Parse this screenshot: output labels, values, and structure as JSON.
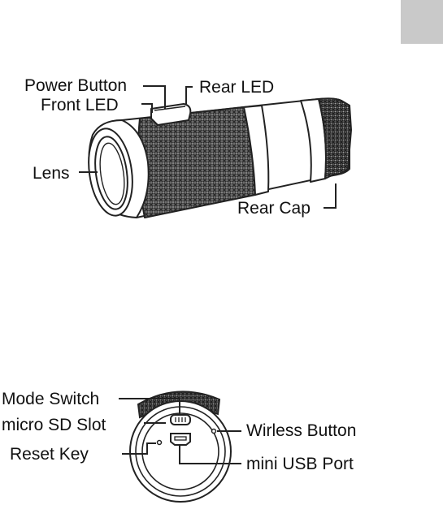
{
  "colors": {
    "page_bg": "#ffffff",
    "ink": "#222222",
    "tab_marker": "#c9c9c9"
  },
  "diagram_top": {
    "labels": {
      "power_button": "Power Button",
      "rear_led": "Rear LED",
      "front_led": "Front LED",
      "lens": "Lens",
      "rear_cap": "Rear Cap"
    }
  },
  "diagram_bottom": {
    "labels": {
      "mode_switch": "Mode Switch",
      "micro_sd_slot": "micro SD Slot",
      "reset_key": "Reset Key",
      "wirless_button": "Wirless Button",
      "mini_usb_port": "mini USB Port"
    }
  }
}
